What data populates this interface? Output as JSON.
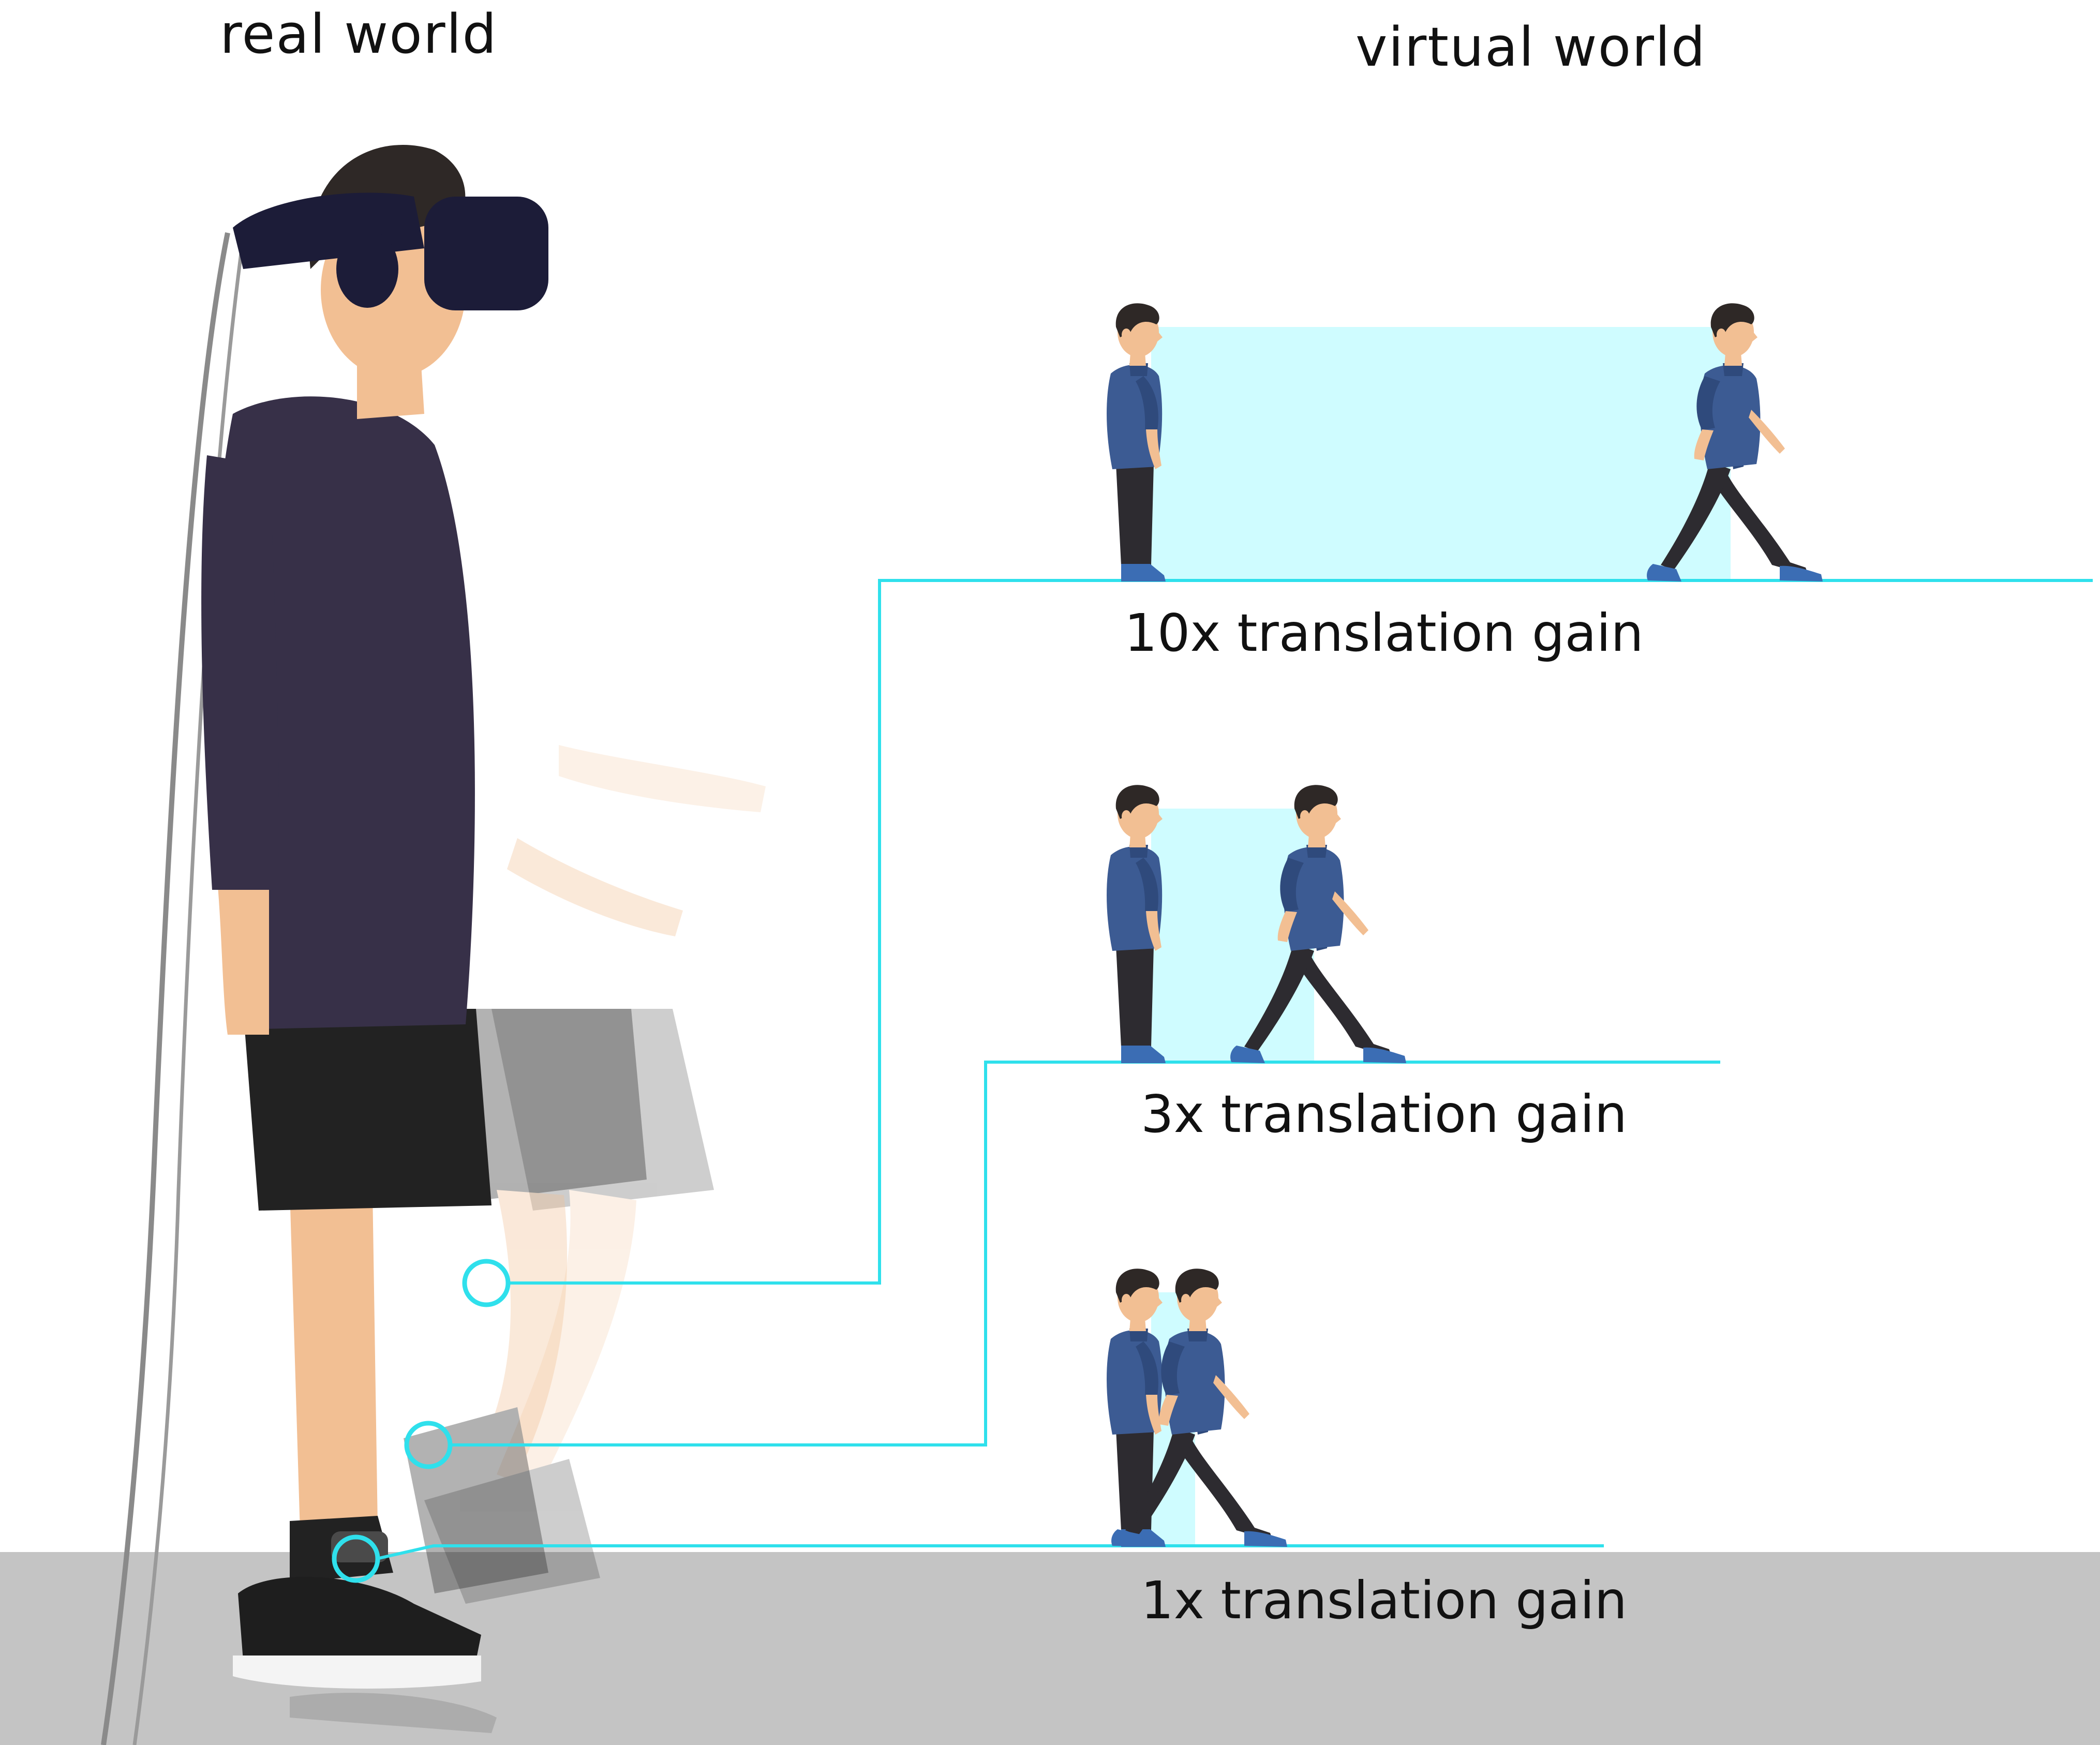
{
  "headings": {
    "real": "real world",
    "virtual": "virtual world"
  },
  "levels": [
    {
      "gain": 10,
      "label": "10x translation gain"
    },
    {
      "gain": 3,
      "label": "3x translation gain"
    },
    {
      "gain": 1,
      "label": "1x translation gain"
    }
  ],
  "colors": {
    "connector": "#2fe0ec",
    "highlight": "#cffcff",
    "floor": "#c4c4c4",
    "shirt": "#3c5b93",
    "shirt_dark": "#2f4a7c",
    "pants": "#2d2b30",
    "hair": "#2e2826",
    "skin": "#f2bf93",
    "shoe": "#3b6db4",
    "person_shirt": "#373048",
    "person_shorts": "#222222",
    "headset": "#1c1c38",
    "tracker": "#4a4a4a"
  },
  "icons": [
    "walking-person-icon",
    "standing-person-icon",
    "vr-headset-icon",
    "ankle-tracker-icon"
  ]
}
